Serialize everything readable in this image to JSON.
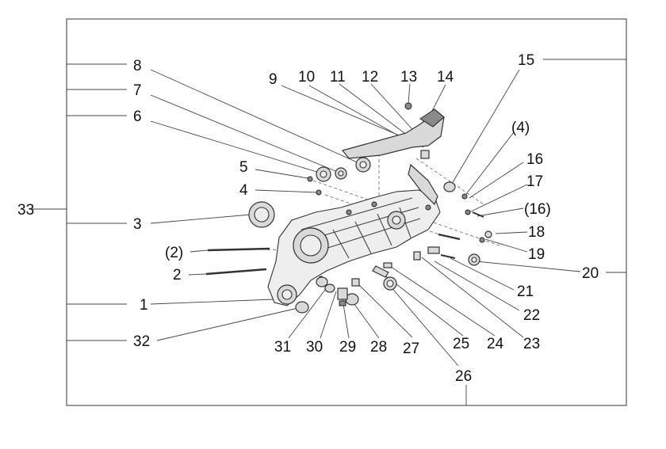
{
  "callouts": {
    "c1": "1",
    "c2": "2",
    "c2p": "(2)",
    "c3": "3",
    "c4": "4",
    "c4p": "(4)",
    "c5": "5",
    "c6": "6",
    "c7": "7",
    "c8": "8",
    "c9": "9",
    "c10": "10",
    "c11": "11",
    "c12": "12",
    "c13": "13",
    "c14": "14",
    "c15": "15",
    "c16": "16",
    "c16p": "(16)",
    "c17": "17",
    "c18": "18",
    "c19": "19",
    "c20": "20",
    "c21": "21",
    "c22": "22",
    "c23": "23",
    "c24": "24",
    "c25": "25",
    "c26": "26",
    "c27": "27",
    "c28": "28",
    "c29": "29",
    "c30": "30",
    "c31": "31",
    "c32": "32",
    "c33": "33"
  }
}
